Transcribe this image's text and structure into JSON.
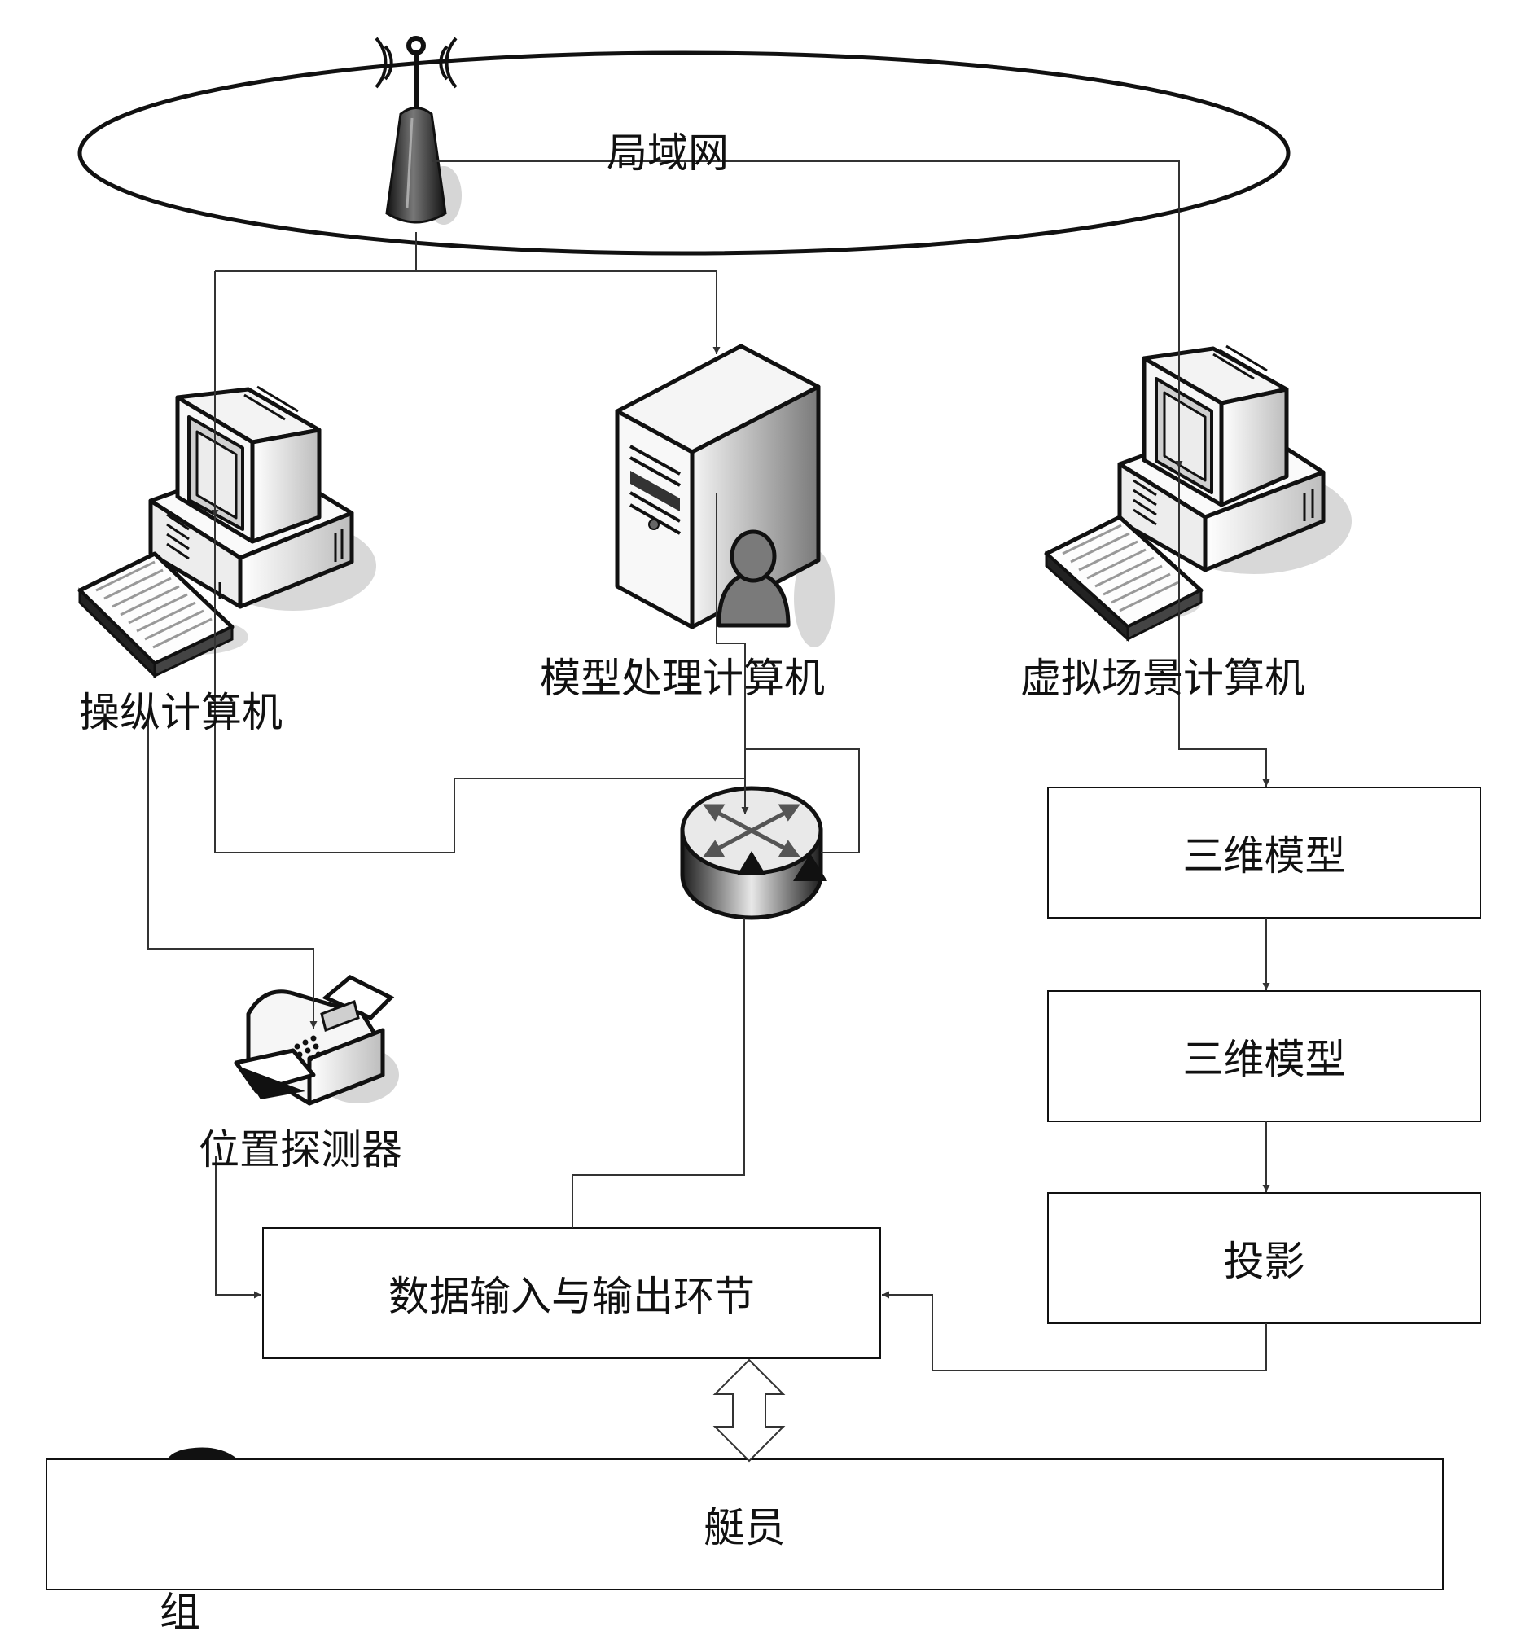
{
  "labels": {
    "lan": "局域网",
    "control_computer": "操纵计算机",
    "model_computer": "模型处理计算机",
    "scene_computer": "虚拟场景计算机",
    "position_detector": "位置探测器",
    "crew_group": "组"
  },
  "boxes": {
    "model_3d_a": "三维模型",
    "model_3d_b": "三维模型",
    "projection": "投影",
    "data_io": "数据输入与输出环节",
    "crew": "艇员"
  }
}
